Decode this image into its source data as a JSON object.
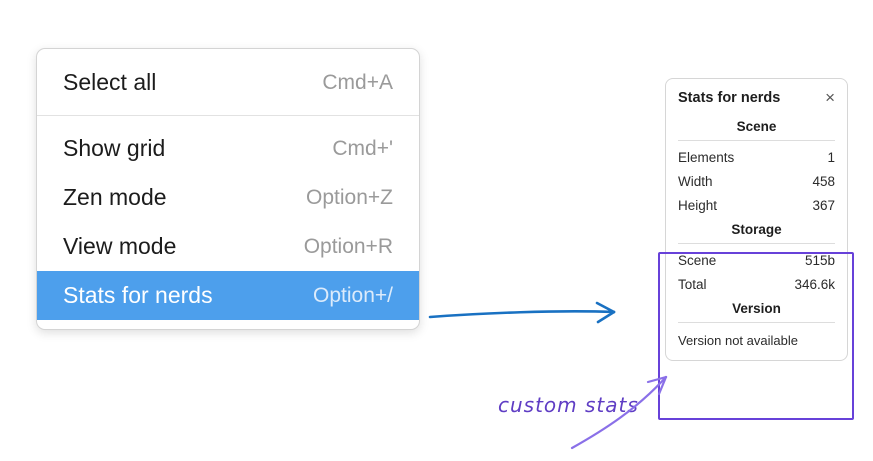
{
  "menu": {
    "items": [
      {
        "label": "Select all",
        "shortcut": "Cmd+A"
      },
      {
        "label": "Show grid",
        "shortcut": "Cmd+'"
      },
      {
        "label": "Zen mode",
        "shortcut": "Option+Z"
      },
      {
        "label": "View mode",
        "shortcut": "Option+R"
      },
      {
        "label": "Stats for nerds",
        "shortcut": "Option+/"
      }
    ],
    "highlighted_item": "Stats for nerds"
  },
  "stats": {
    "title": "Stats for nerds",
    "close_glyph": "×",
    "scene": {
      "heading": "Scene",
      "rows": [
        {
          "label": "Elements",
          "value": "1"
        },
        {
          "label": "Width",
          "value": "458"
        },
        {
          "label": "Height",
          "value": "367"
        }
      ]
    },
    "storage": {
      "heading": "Storage",
      "rows": [
        {
          "label": "Scene",
          "value": "515b"
        },
        {
          "label": "Total",
          "value": "346.6k"
        }
      ]
    },
    "version": {
      "heading": "Version",
      "note": "Version not available"
    }
  },
  "annotation": {
    "label": "custom stats"
  },
  "colors": {
    "menu_highlight": "#4d9fec",
    "flow_arrow_blue": "#1971c2",
    "annotation_purple": "#6741d9",
    "annotation_arrow_purple": "#8a70e8"
  }
}
